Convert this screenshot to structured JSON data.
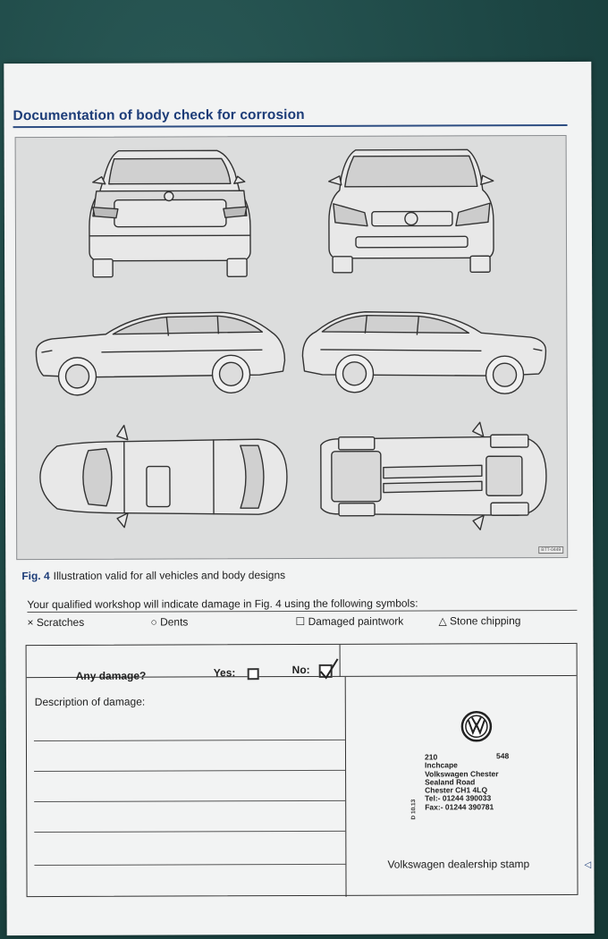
{
  "document": {
    "title": "Documentation of body check for corrosion",
    "figure_code": "BTT-0449",
    "caption_label": "Fig. 4",
    "caption_text": "Illustration valid for all vehicles and body designs",
    "instructions": "Your qualified workshop will indicate damage in Fig. 4 using the following symbols:",
    "symbols": {
      "scratches": "× Scratches",
      "dents": "○ Dents",
      "paintwork": "☐ Damaged paintwork",
      "chipping": "△ Stone chipping"
    }
  },
  "form": {
    "any_damage_label": "Any damage?",
    "yes_label": "Yes:",
    "no_label": "No:",
    "yes_checked": false,
    "no_checked": true,
    "description_label": "Description of damage:"
  },
  "stamp": {
    "number": "548",
    "lines": [
      "210",
      "Inchcape",
      "Volkswagen Chester",
      "Sealand Road",
      "Chester CH1 4LQ",
      "Tel:- 01244 390033",
      "Fax:- 01244 390781"
    ],
    "side_code": "D 10.13",
    "label": "Volkswagen dealership stamp"
  },
  "colors": {
    "heading_blue": "#1c3c78",
    "figure_bg": "#dcdddd",
    "backdrop": "#1f4a48"
  }
}
